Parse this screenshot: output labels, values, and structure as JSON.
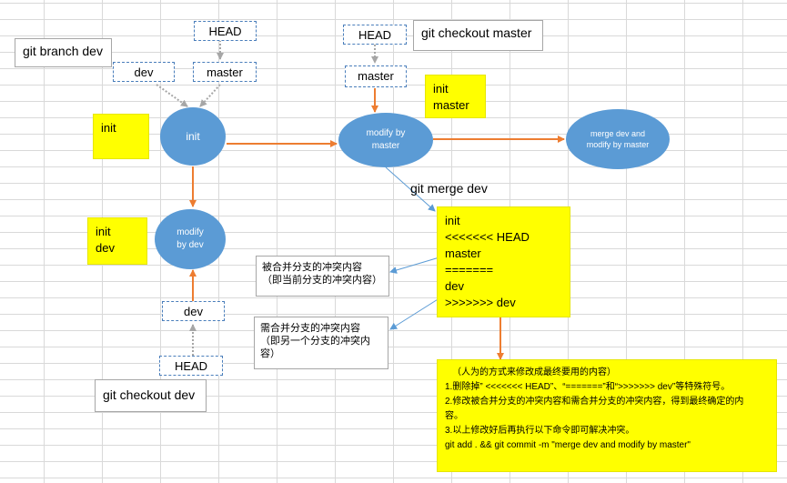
{
  "boxes": {
    "git_branch_dev": "git branch dev",
    "git_checkout_master": "git checkout master",
    "git_checkout_dev": "git checkout dev"
  },
  "pointers": {
    "head_top_left": "HEAD",
    "dev_top": "dev",
    "master_top_left": "master",
    "head_top_right": "HEAD",
    "master_top_right": "master",
    "dev_bottom": "dev",
    "head_bottom": "HEAD"
  },
  "notes": {
    "init": "init",
    "init_dev": "init\ndev",
    "init_master": "init\nmaster",
    "conflict": "init\n<<<<<<< HEAD\nmaster\n=======\ndev\n>>>>>>> dev"
  },
  "nodes": {
    "init": "init",
    "modify_by_dev": "modify\nby dev",
    "modify_by_master": "modify by\nmaster",
    "merge": "merge dev and\nmodify by master"
  },
  "labels": {
    "git_merge_dev": "git merge dev"
  },
  "callouts": {
    "current_branch": "被合并分支的冲突内容\n（即当前分支的冲突内容）",
    "other_branch": "需合并分支的冲突内容\n（即另一个分支的冲突内\n容）"
  },
  "final_note": {
    "lines": [
      "（人为的方式来修改成最终要用的内容）",
      "1.删除掉” <<<<<<< HEAD”、“=======”和“>>>>>>> dev”等特殊符号。",
      "2.修改被合并分支的冲突内容和需合并分支的冲突内容，得到最终确定的内",
      "容。",
      "3.以上修改好后再执行以下命令即可解决冲突。",
      "git add . && git commit -m \"merge dev and modify by master\""
    ]
  },
  "colors": {
    "node_fill": "#5b9bd5",
    "arrow_orange": "#ed7d31",
    "arrow_gray": "#a6a6a6",
    "arrow_blue": "#5b9bd5",
    "note_fill": "#ffff00"
  }
}
